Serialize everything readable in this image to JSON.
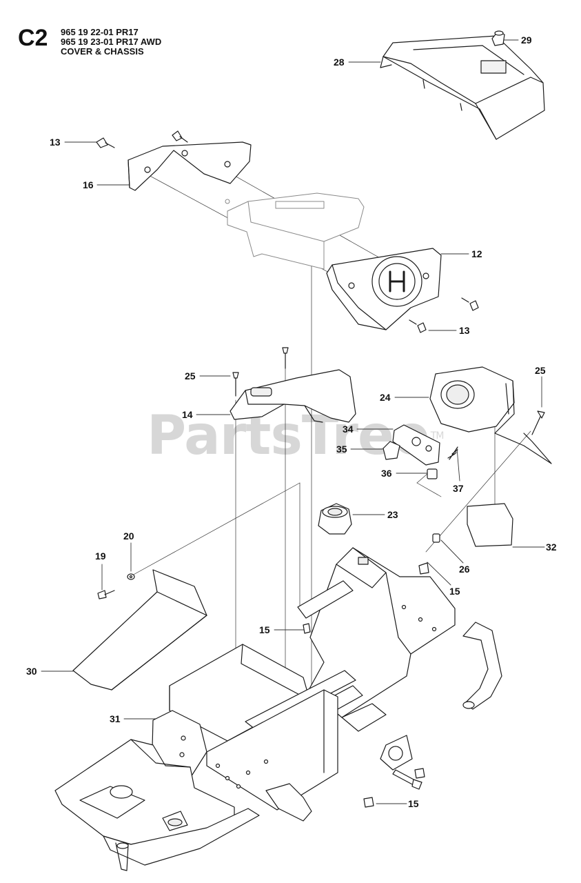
{
  "header": {
    "code": "C2",
    "lines": [
      "965 19 22-01 PR17",
      "965 19 23-01 PR17 AWD",
      "COVER & CHASSIS"
    ]
  },
  "watermark": {
    "text": "PartsTree",
    "tm": "TM"
  },
  "callouts": [
    {
      "id": "c29",
      "label": "29"
    },
    {
      "id": "c28",
      "label": "28"
    },
    {
      "id": "c13a",
      "label": "13"
    },
    {
      "id": "c16",
      "label": "16"
    },
    {
      "id": "c12",
      "label": "12"
    },
    {
      "id": "c13b",
      "label": "13"
    },
    {
      "id": "c25a",
      "label": "25"
    },
    {
      "id": "c25b",
      "label": "25"
    },
    {
      "id": "c24",
      "label": "24"
    },
    {
      "id": "c14",
      "label": "14"
    },
    {
      "id": "c34",
      "label": "34"
    },
    {
      "id": "c35",
      "label": "35"
    },
    {
      "id": "c36",
      "label": "36"
    },
    {
      "id": "c37",
      "label": "37"
    },
    {
      "id": "c23",
      "label": "23"
    },
    {
      "id": "c20",
      "label": "20"
    },
    {
      "id": "c19",
      "label": "19"
    },
    {
      "id": "c32",
      "label": "32"
    },
    {
      "id": "c26",
      "label": "26"
    },
    {
      "id": "c15a",
      "label": "15"
    },
    {
      "id": "c15b",
      "label": "15"
    },
    {
      "id": "c30",
      "label": "30"
    },
    {
      "id": "c31",
      "label": "31"
    },
    {
      "id": "c15c",
      "label": "15"
    }
  ]
}
